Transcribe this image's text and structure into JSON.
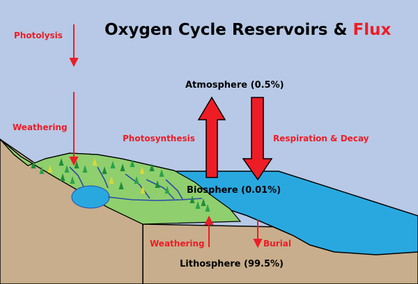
{
  "title": {
    "main": "Oxygen Cycle Reservoirs & ",
    "highlight": "Flux"
  },
  "reservoirs": {
    "atmosphere": "Atmosphere (0.5%)",
    "biosphere": "Biosphere (0.01%)",
    "lithosphere": "Lithosphere (99.5%)"
  },
  "fluxes": {
    "photolysis": "Photolysis",
    "weathering_top": "Weathering",
    "photosynthesis": "Photosynthesis",
    "respiration": "Respiration & Decay",
    "weathering_bottom": "Weathering",
    "burial": "Burial"
  },
  "colors": {
    "sky": "#b7c9e6",
    "ocean": "#29a8e0",
    "land_green": "#8fcf6e",
    "rock": "#c8ae8c",
    "flux_red": "#ee1c25",
    "text_dark": "#000000"
  }
}
